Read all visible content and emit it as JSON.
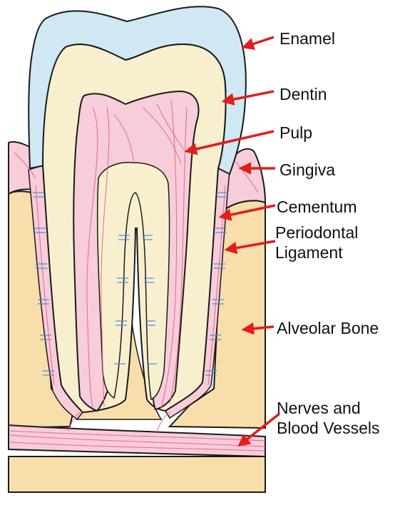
{
  "colors": {
    "enamel": "#cfe8f3",
    "dentin": "#f8efcf",
    "pulp": "#f7cdd9",
    "gingiva": "#f7cdd9",
    "bone": "#f8deaa",
    "nerve": "#e85b86",
    "ligament_fiber": "#4d8fd6",
    "arrow": "#e21d1d",
    "outline": "#1a1a1a"
  },
  "labels": {
    "enamel": "Enamel",
    "dentin": "Dentin",
    "pulp": "Pulp",
    "gingiva": "Gingiva",
    "cementum": "Cementum",
    "periodontal_1": "Periodontal",
    "periodontal_2": "Ligament",
    "alveolar_bone": "Alveolar Bone",
    "nerves_1": "Nerves and",
    "nerves_2": "Blood Vessels"
  }
}
